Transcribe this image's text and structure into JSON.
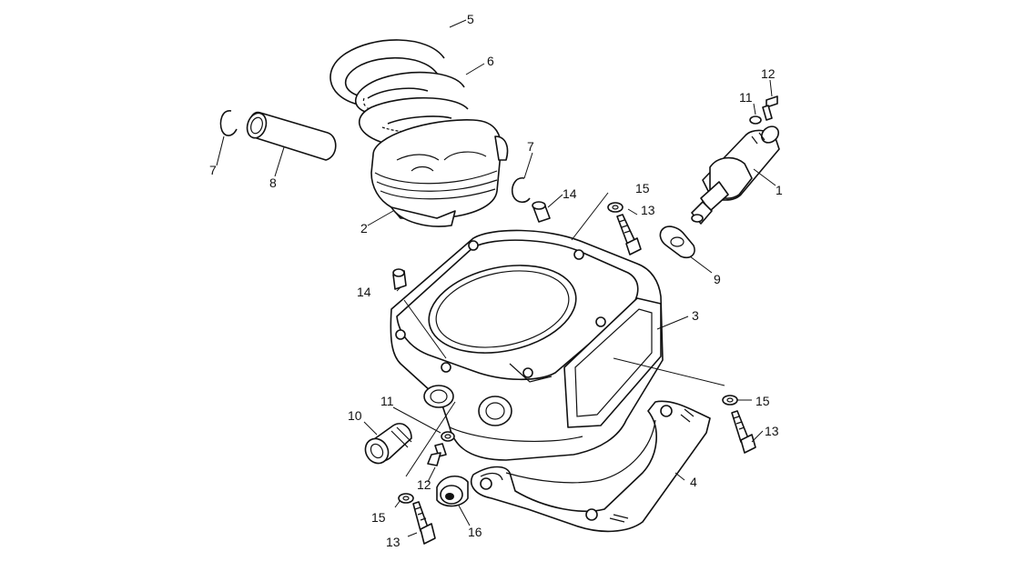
{
  "diagram": {
    "callouts": [
      "1",
      "2",
      "3",
      "4",
      "5",
      "6",
      "7",
      "7",
      "8",
      "9",
      "10",
      "11",
      "11",
      "12",
      "12",
      "13",
      "13",
      "13",
      "14",
      "14",
      "15",
      "15",
      "15",
      "16"
    ]
  }
}
